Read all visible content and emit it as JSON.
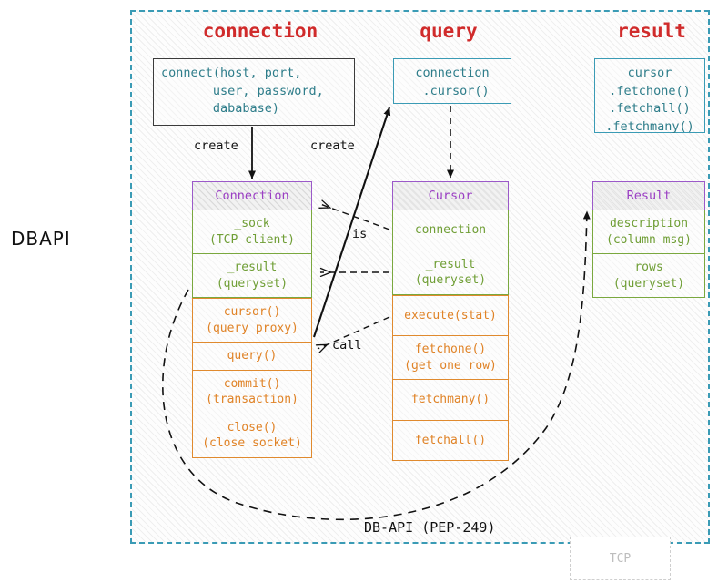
{
  "outside_label": "DBAPI",
  "region": {
    "caption": "DB-API (PEP-249)",
    "tcp_label": "TCP"
  },
  "columns": [
    {
      "title": "connection"
    },
    {
      "title": "query"
    },
    {
      "title": "result"
    }
  ],
  "code_boxes": {
    "connect": "connect(host, port,\n       user, password,\n       dababase)",
    "cursor_call": "connection\n .cursor()",
    "fetch_calls": "cursor\n.fetchone()\n.fetchall()\n.fetchmany()"
  },
  "classes": {
    "connection": {
      "name": "Connection",
      "attributes": [
        "_sock\n(TCP client)",
        "_result\n(queryset)"
      ],
      "methods": [
        "cursor()\n(query proxy)",
        "query()",
        "commit()\n(transaction)",
        "close()\n(close socket)"
      ]
    },
    "cursor": {
      "name": "Cursor",
      "attributes": [
        "connection",
        "_result\n(queryset)"
      ],
      "methods": [
        "execute(stat)",
        "fetchone()\n(get one row)",
        "fetchmany()",
        "fetchall()"
      ]
    },
    "result": {
      "name": "Result",
      "attributes": [
        "description\n(column msg)",
        "rows\n(queryset)"
      ],
      "methods": []
    }
  },
  "edge_labels": {
    "create_connection": "create",
    "create_cursor": "create",
    "is": "is",
    "call": "call"
  },
  "colors": {
    "region_border": "#3a9bb5",
    "title": "#d02b2b",
    "class_header": "#9b3fc4",
    "attribute": "#6f9e35",
    "method": "#e08327",
    "code_teal": "#2e7d8a",
    "arrow": "#111111"
  }
}
